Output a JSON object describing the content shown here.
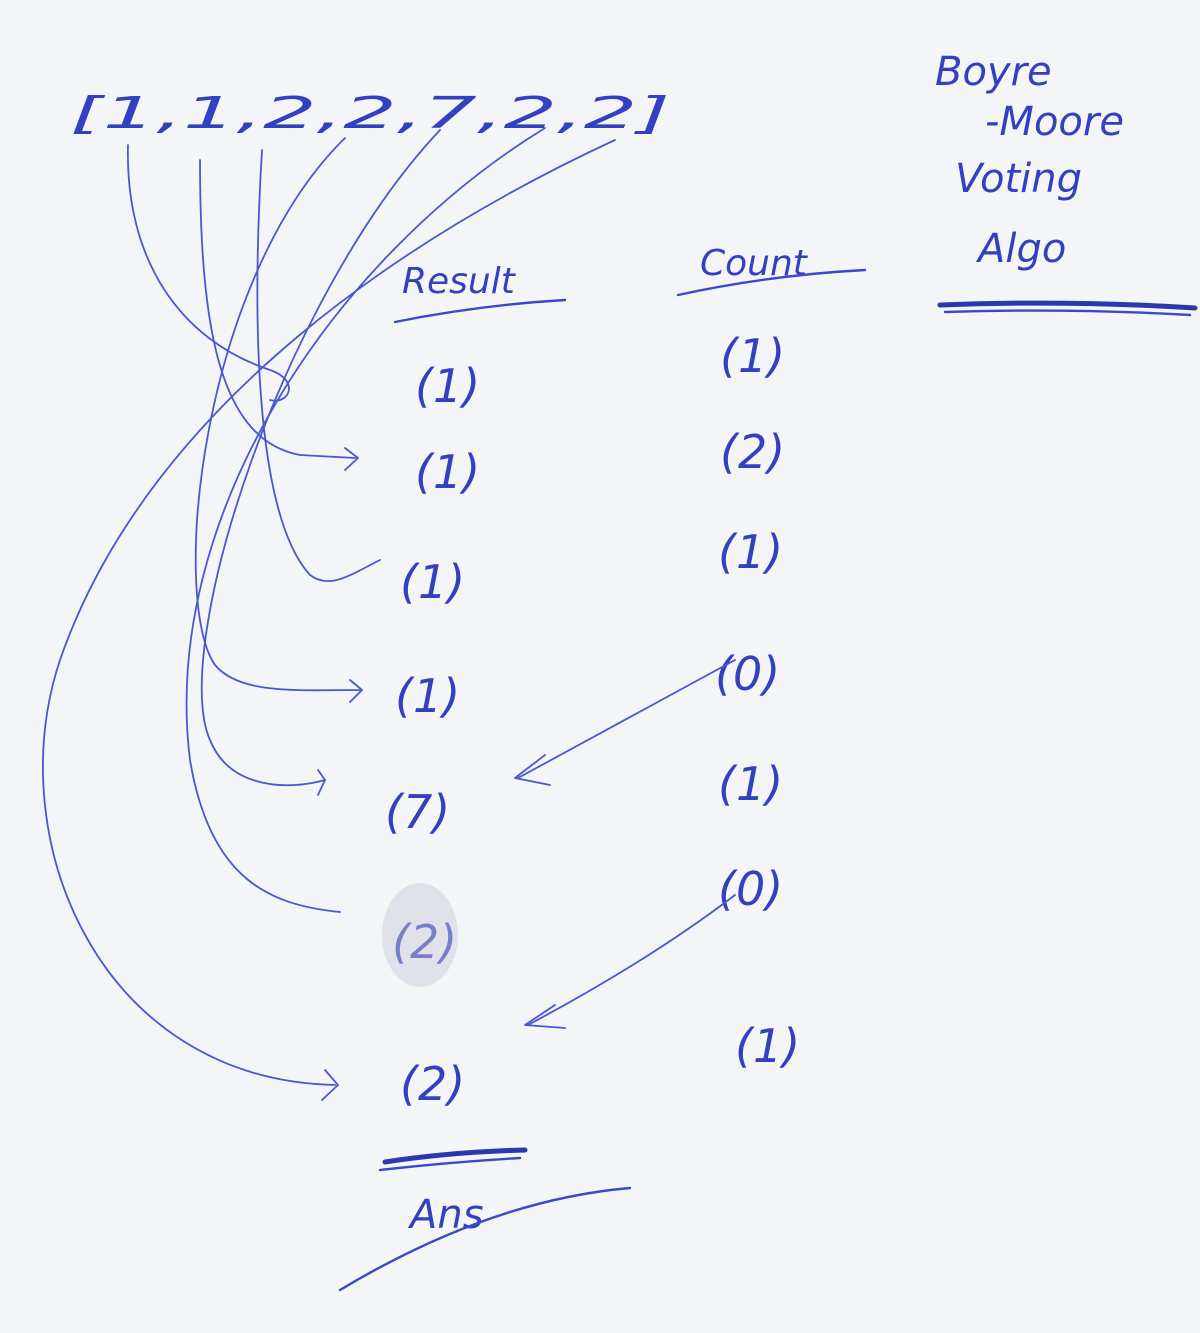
{
  "array_text": "[1,1,2,2,7,2,2]",
  "algorithm_title": [
    "Boyre",
    "-Moore",
    "Voting",
    "Algo"
  ],
  "headers": {
    "result": "Result",
    "count": "Count"
  },
  "rows": [
    {
      "result": "(1)",
      "count": "(1)"
    },
    {
      "result": "(1)",
      "count": "(2)"
    },
    {
      "result": "(1)",
      "count": "(1)"
    },
    {
      "result": "(1)",
      "count": "(0)"
    },
    {
      "result": "(7)",
      "count": "(1)"
    },
    {
      "result": "(2)",
      "count": "(0)"
    },
    {
      "result": "(2)",
      "count": "(1)"
    }
  ],
  "answer_label": "Ans"
}
